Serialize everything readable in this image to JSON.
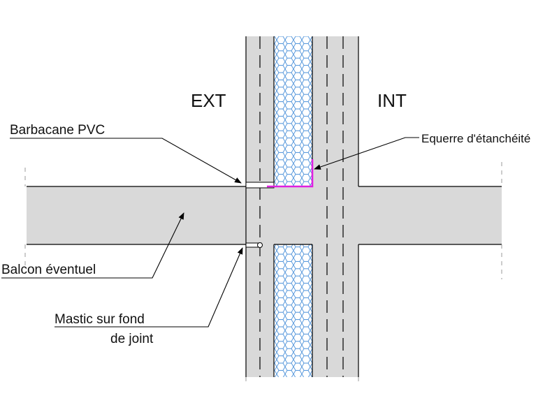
{
  "diagram": {
    "zones": {
      "exterior": "EXT",
      "interior": "INT"
    },
    "annotations": {
      "weep_hole": "Barbacane PVC",
      "waterproof_angle": "Equerre d'étanchéité",
      "balcony": "Balcon éventuel",
      "sealant_line1": "Mastic sur fond",
      "sealant_line2": "de joint"
    },
    "colors": {
      "concrete_fill": "#d9d9d9",
      "outline": "#000000",
      "insulation_pattern": "#4a90d9",
      "waterproof_angle": "#e020e0",
      "leader_line": "#000000"
    },
    "patterns": {
      "insulation": "hexagon-mesh"
    }
  }
}
